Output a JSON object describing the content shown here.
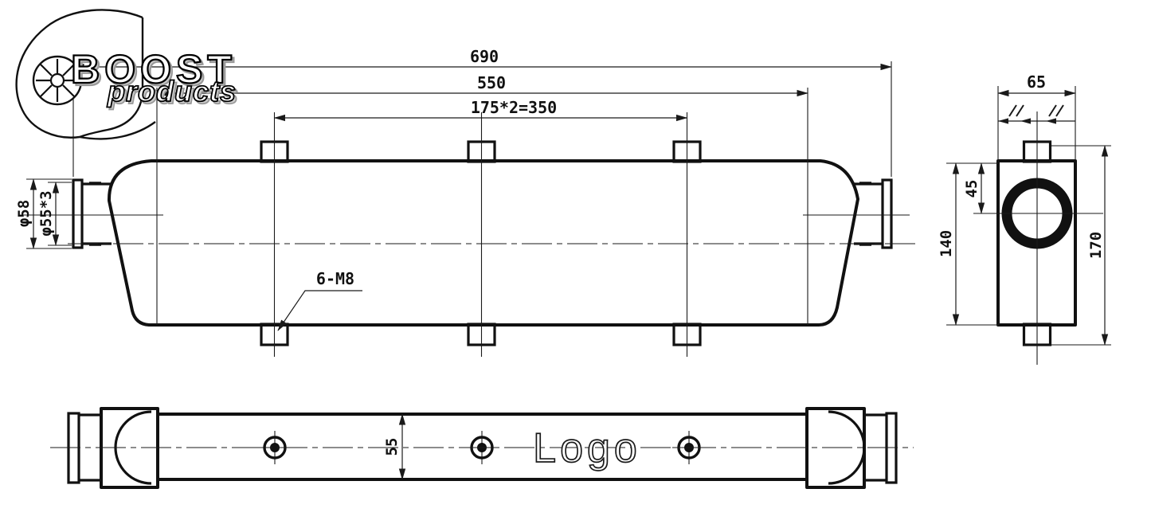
{
  "drawing": {
    "brand": {
      "title": "BOOST",
      "subtitle": "products"
    },
    "side_view": {
      "dim_overall_length": "690",
      "dim_body_length": "550",
      "dim_mount_spacing": "175*2=350",
      "dim_pipe_od": "φ58",
      "dim_pipe_id": "φ55*3",
      "callout_mount_thread": "6-M8"
    },
    "end_view": {
      "dim_depth": "65",
      "dim_port_offset": "45",
      "dim_body_height": "140",
      "dim_overall_height": "170"
    },
    "top_view": {
      "dim_core_thickness": "55",
      "logo_placeholder": "Logo"
    },
    "colors": {
      "line": "#1a1a1a",
      "background": "#ffffff"
    }
  }
}
